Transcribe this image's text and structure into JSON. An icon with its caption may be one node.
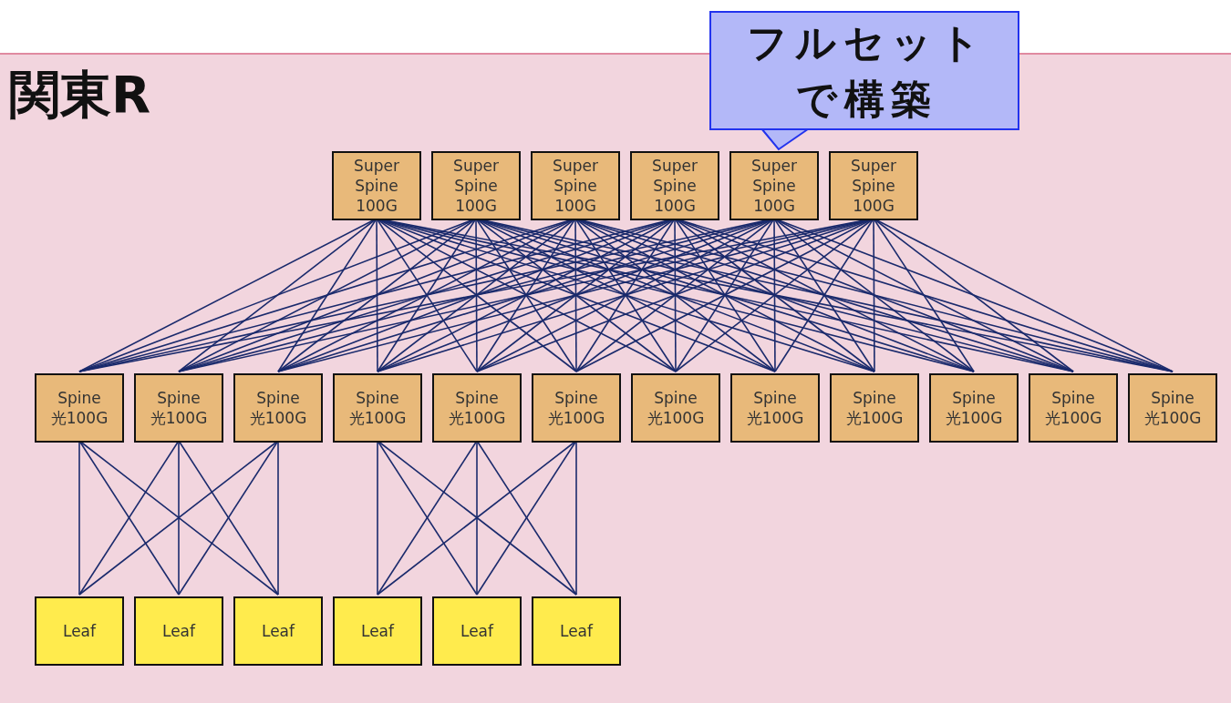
{
  "diagram": {
    "nodes": [
      {
        "text": [
          "関東R"
        ]
      },
      {
        "text": [
          "フルセットで構築"
        ]
      },
      {
        "text": [
          "Super Spine 100G"
        ],
        "in": 0
      },
      {
        "text": [
          "Super Spine 100G"
        ],
        "in": 0
      },
      {
        "text": [
          "Super Spine 100G"
        ],
        "in": 0
      },
      {
        "text": [
          "Super Spine 100G"
        ],
        "in": 0
      },
      {
        "text": [
          "Super Spine 100G"
        ],
        "in": 0
      },
      {
        "text": [
          "Super Spine 100G"
        ],
        "in": 0
      },
      {
        "text": [
          "Spine 光100G"
        ],
        "in": 0
      },
      {
        "text": [
          "Spine 光100G"
        ],
        "in": 0
      },
      {
        "text": [
          "Spine 光100G"
        ],
        "in": 0
      },
      {
        "text": [
          "Spine 光100G"
        ],
        "in": 0
      },
      {
        "text": [
          "Spine 光100G"
        ],
        "in": 0
      },
      {
        "text": [
          "Spine 光100G"
        ],
        "in": 0
      },
      {
        "text": [
          "Spine 光100G"
        ],
        "in": 0
      },
      {
        "text": [
          "Spine 光100G"
        ],
        "in": 0
      },
      {
        "text": [
          "Spine 光100G"
        ],
        "in": 0
      },
      {
        "text": [
          "Spine 光100G"
        ],
        "in": 0
      },
      {
        "text": [
          "Spine 光100G"
        ],
        "in": 0
      },
      {
        "text": [
          "Spine 光100G"
        ],
        "in": 0
      },
      {
        "text": [
          "Leaf"
        ],
        "in": 0
      },
      {
        "text": [
          "Leaf"
        ],
        "in": 0
      },
      {
        "text": [
          "Leaf"
        ],
        "in": 0
      },
      {
        "text": [
          "Leaf"
        ],
        "in": 0
      },
      {
        "text": [
          "Leaf"
        ],
        "in": 0
      },
      {
        "text": [
          "Leaf"
        ],
        "in": 0
      }
    ],
    "edges": [
      {
        "from": 1,
        "to": 6,
        "arrow": "none",
        "color": "#2233ee"
      },
      {
        "from": 2,
        "to": 8,
        "arrow": "none"
      },
      {
        "from": 2,
        "to": 9,
        "arrow": "none"
      },
      {
        "from": 2,
        "to": 10,
        "arrow": "none"
      },
      {
        "from": 2,
        "to": 11,
        "arrow": "none"
      },
      {
        "from": 2,
        "to": 12,
        "arrow": "none"
      },
      {
        "from": 2,
        "to": 13,
        "arrow": "none"
      },
      {
        "from": 2,
        "to": 14,
        "arrow": "none"
      },
      {
        "from": 2,
        "to": 15,
        "arrow": "none"
      },
      {
        "from": 2,
        "to": 16,
        "arrow": "none"
      },
      {
        "from": 2,
        "to": 17,
        "arrow": "none"
      },
      {
        "from": 2,
        "to": 18,
        "arrow": "none"
      },
      {
        "from": 2,
        "to": 19,
        "arrow": "none"
      },
      {
        "from": 3,
        "to": 8,
        "arrow": "none"
      },
      {
        "from": 3,
        "to": 9,
        "arrow": "none"
      },
      {
        "from": 3,
        "to": 10,
        "arrow": "none"
      },
      {
        "from": 3,
        "to": 11,
        "arrow": "none"
      },
      {
        "from": 3,
        "to": 12,
        "arrow": "none"
      },
      {
        "from": 3,
        "to": 13,
        "arrow": "none"
      },
      {
        "from": 3,
        "to": 14,
        "arrow": "none"
      },
      {
        "from": 3,
        "to": 15,
        "arrow": "none"
      },
      {
        "from": 3,
        "to": 16,
        "arrow": "none"
      },
      {
        "from": 3,
        "to": 17,
        "arrow": "none"
      },
      {
        "from": 3,
        "to": 18,
        "arrow": "none"
      },
      {
        "from": 3,
        "to": 19,
        "arrow": "none"
      },
      {
        "from": 4,
        "to": 8,
        "arrow": "none"
      },
      {
        "from": 4,
        "to": 9,
        "arrow": "none"
      },
      {
        "from": 4,
        "to": 10,
        "arrow": "none"
      },
      {
        "from": 4,
        "to": 11,
        "arrow": "none"
      },
      {
        "from": 4,
        "to": 12,
        "arrow": "none"
      },
      {
        "from": 4,
        "to": 13,
        "arrow": "none"
      },
      {
        "from": 4,
        "to": 14,
        "arrow": "none"
      },
      {
        "from": 4,
        "to": 15,
        "arrow": "none"
      },
      {
        "from": 4,
        "to": 16,
        "arrow": "none"
      },
      {
        "from": 4,
        "to": 17,
        "arrow": "none"
      },
      {
        "from": 4,
        "to": 18,
        "arrow": "none"
      },
      {
        "from": 4,
        "to": 19,
        "arrow": "none"
      },
      {
        "from": 5,
        "to": 8,
        "arrow": "none"
      },
      {
        "from": 5,
        "to": 9,
        "arrow": "none"
      },
      {
        "from": 5,
        "to": 10,
        "arrow": "none"
      },
      {
        "from": 5,
        "to": 11,
        "arrow": "none"
      },
      {
        "from": 5,
        "to": 12,
        "arrow": "none"
      },
      {
        "from": 5,
        "to": 13,
        "arrow": "none"
      },
      {
        "from": 5,
        "to": 14,
        "arrow": "none"
      },
      {
        "from": 5,
        "to": 15,
        "arrow": "none"
      },
      {
        "from": 5,
        "to": 16,
        "arrow": "none"
      },
      {
        "from": 5,
        "to": 17,
        "arrow": "none"
      },
      {
        "from": 5,
        "to": 18,
        "arrow": "none"
      },
      {
        "from": 5,
        "to": 19,
        "arrow": "none"
      },
      {
        "from": 6,
        "to": 8,
        "arrow": "none"
      },
      {
        "from": 6,
        "to": 9,
        "arrow": "none"
      },
      {
        "from": 6,
        "to": 10,
        "arrow": "none"
      },
      {
        "from": 6,
        "to": 11,
        "arrow": "none"
      },
      {
        "from": 6,
        "to": 12,
        "arrow": "none"
      },
      {
        "from": 6,
        "to": 13,
        "arrow": "none"
      },
      {
        "from": 6,
        "to": 14,
        "arrow": "none"
      },
      {
        "from": 6,
        "to": 15,
        "arrow": "none"
      },
      {
        "from": 6,
        "to": 16,
        "arrow": "none"
      },
      {
        "from": 6,
        "to": 17,
        "arrow": "none"
      },
      {
        "from": 6,
        "to": 18,
        "arrow": "none"
      },
      {
        "from": 6,
        "to": 19,
        "arrow": "none"
      },
      {
        "from": 7,
        "to": 8,
        "arrow": "none"
      },
      {
        "from": 7,
        "to": 9,
        "arrow": "none"
      },
      {
        "from": 7,
        "to": 10,
        "arrow": "none"
      },
      {
        "from": 7,
        "to": 11,
        "arrow": "none"
      },
      {
        "from": 7,
        "to": 12,
        "arrow": "none"
      },
      {
        "from": 7,
        "to": 13,
        "arrow": "none"
      },
      {
        "from": 7,
        "to": 14,
        "arrow": "none"
      },
      {
        "from": 7,
        "to": 15,
        "arrow": "none"
      },
      {
        "from": 7,
        "to": 16,
        "arrow": "none"
      },
      {
        "from": 7,
        "to": 17,
        "arrow": "none"
      },
      {
        "from": 7,
        "to": 18,
        "arrow": "none"
      },
      {
        "from": 7,
        "to": 19,
        "arrow": "none"
      },
      {
        "from": 8,
        "to": 20,
        "arrow": "none"
      },
      {
        "from": 8,
        "to": 21,
        "arrow": "none"
      },
      {
        "from": 8,
        "to": 22,
        "arrow": "none"
      },
      {
        "from": 9,
        "to": 20,
        "arrow": "none"
      },
      {
        "from": 9,
        "to": 21,
        "arrow": "none"
      },
      {
        "from": 9,
        "to": 22,
        "arrow": "none"
      },
      {
        "from": 10,
        "to": 20,
        "arrow": "none"
      },
      {
        "from": 10,
        "to": 21,
        "arrow": "none"
      },
      {
        "from": 10,
        "to": 22,
        "arrow": "none"
      },
      {
        "from": 11,
        "to": 23,
        "arrow": "none"
      },
      {
        "from": 11,
        "to": 24,
        "arrow": "none"
      },
      {
        "from": 11,
        "to": 25,
        "arrow": "none"
      },
      {
        "from": 12,
        "to": 23,
        "arrow": "none"
      },
      {
        "from": 12,
        "to": 24,
        "arrow": "none"
      },
      {
        "from": 12,
        "to": 25,
        "arrow": "none"
      },
      {
        "from": 13,
        "to": 23,
        "arrow": "none"
      },
      {
        "from": 13,
        "to": 24,
        "arrow": "none"
      },
      {
        "from": 13,
        "to": 25,
        "arrow": "none"
      }
    ]
  }
}
